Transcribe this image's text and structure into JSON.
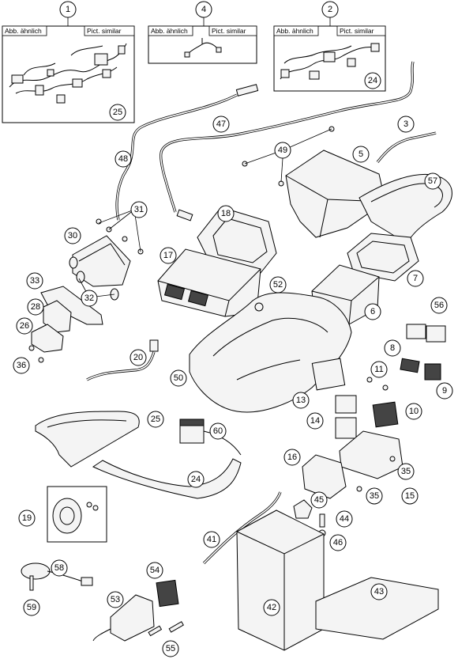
{
  "insets": {
    "left": {
      "left_label": "Abb. ähnlich",
      "right_label": "Pict. similar"
    },
    "center": {
      "left_label": "Abb. ähnlich",
      "right_label": "Pict. similar"
    },
    "right": {
      "left_label": "Abb. ähnlich",
      "right_label": "Pict. similar"
    }
  },
  "callouts": [
    "1",
    "2",
    "3",
    "4",
    "5",
    "6",
    "7",
    "8",
    "9",
    "10",
    "11",
    "13",
    "14",
    "15",
    "16",
    "17",
    "18",
    "19",
    "20",
    "24",
    "24",
    "25",
    "25",
    "26",
    "28",
    "30",
    "31",
    "32",
    "33",
    "35",
    "35",
    "36",
    "41",
    "42",
    "43",
    "44",
    "45",
    "46",
    "47",
    "48",
    "49",
    "50",
    "52",
    "53",
    "54",
    "55",
    "56",
    "57",
    "58",
    "59",
    "60"
  ]
}
